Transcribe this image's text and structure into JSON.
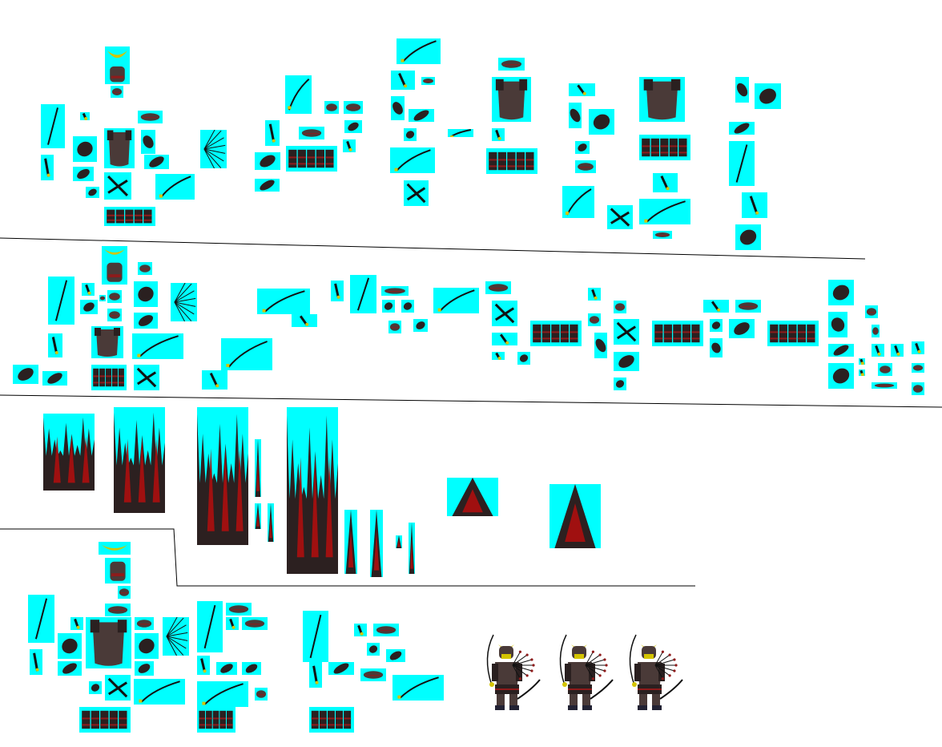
{
  "sheet": {
    "background": "#ffffff",
    "sprite_bg": "#00ffff",
    "divider_color": "#000000"
  },
  "palette": {
    "armor": "#4a3a38",
    "armor_dark": "#2a2020",
    "lacquer_red": "#8e1b1b",
    "gold": "#d4c400",
    "blade": "#111111",
    "flame_red": "#a01010",
    "flame_dark": "#2c2020",
    "hand": "#5a4a45"
  },
  "groups": [
    {
      "name": "sprite-group-1",
      "parts": [
        "kabuto-crest",
        "kabuto",
        "menpo",
        "katana",
        "do-cuirass",
        "sode",
        "kote",
        "kusazuri",
        "arrows-fan",
        "yumi-bow"
      ]
    },
    {
      "name": "sprite-group-2",
      "parts": [
        "katana",
        "tanto",
        "fist",
        "greave",
        "kusazuri"
      ]
    },
    {
      "name": "sprite-group-3",
      "parts": [
        "naginata",
        "wakizashi",
        "crossed-swords",
        "foot"
      ]
    },
    {
      "name": "sprite-group-4",
      "parts": [
        "do-cuirass",
        "sode-pair",
        "kusazuri"
      ]
    },
    {
      "name": "sprite-group-5",
      "parts": [
        "katana",
        "fist",
        "crossed-swords"
      ]
    },
    {
      "name": "sprite-group-6",
      "parts": [
        "do-cuirass",
        "sode-pair",
        "yumi-bow"
      ]
    },
    {
      "name": "sprite-group-7",
      "parts": [
        "gauntlet",
        "bow",
        "fist"
      ]
    },
    {
      "name": "effect-fire",
      "parts": [
        "fire-large",
        "fire-column",
        "fire-shreds"
      ]
    },
    {
      "name": "composite-samurai",
      "parts": [
        "samurai-frame-1",
        "samurai-frame-2",
        "samurai-frame-3"
      ]
    }
  ]
}
